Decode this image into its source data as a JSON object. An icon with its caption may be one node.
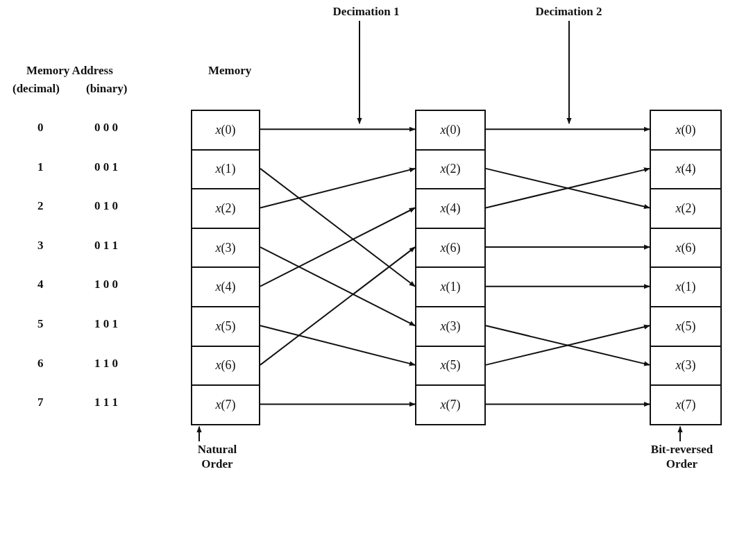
{
  "diagram": {
    "nodes": [
      {
        "text": [
          "Decimation 1"
        ]
      },
      {
        "text": [
          "Decimation 2"
        ]
      },
      {
        "text": [
          "*x*(0)"
        ]
      },
      {
        "text": [
          "*x*(1)"
        ]
      },
      {
        "text": [
          "*x*(2)"
        ]
      },
      {
        "text": [
          "*x*(3)"
        ]
      },
      {
        "text": [
          "*x*(4)"
        ]
      },
      {
        "text": [
          "*x*(5)"
        ]
      },
      {
        "text": [
          "*x*(6)"
        ]
      },
      {
        "text": [
          "*x*(7)"
        ]
      },
      {
        "text": [
          "*x*(0)"
        ]
      },
      {
        "text": [
          "*x*(2)"
        ]
      },
      {
        "text": [
          "*x*(4)"
        ]
      },
      {
        "text": [
          "*x*(6)"
        ]
      },
      {
        "text": [
          "*x*(1)"
        ]
      },
      {
        "text": [
          "*x*(3)"
        ]
      },
      {
        "text": [
          "*x*(5)"
        ]
      },
      {
        "text": [
          "*x*(7)"
        ]
      },
      {
        "text": [
          "*x*(0)"
        ]
      },
      {
        "text": [
          "*x*(4)"
        ]
      },
      {
        "text": [
          "*x*(2)"
        ]
      },
      {
        "text": [
          "*x*(6)"
        ]
      },
      {
        "text": [
          "*x*(1)"
        ]
      },
      {
        "text": [
          "*x*(5)"
        ]
      },
      {
        "text": [
          "*x*(3)"
        ]
      },
      {
        "text": [
          "*x*(7)"
        ]
      },
      {
        "text": [
          "Natural Order"
        ]
      },
      {
        "text": [
          "Bit-reversed Order"
        ]
      }
    ],
    "edges": [
      {
        "from": 0,
        "to": null,
        "arrow": "to"
      },
      {
        "from": 1,
        "to": null,
        "arrow": "to"
      },
      {
        "from": 2,
        "to": 10,
        "arrow": "to"
      },
      {
        "from": 3,
        "to": 14,
        "arrow": "to"
      },
      {
        "from": 4,
        "to": 11,
        "arrow": "to"
      },
      {
        "from": 5,
        "to": 15,
        "arrow": "to"
      },
      {
        "from": 6,
        "to": 12,
        "arrow": "to"
      },
      {
        "from": 7,
        "to": 16,
        "arrow": "to"
      },
      {
        "from": 8,
        "to": 13,
        "arrow": "to"
      },
      {
        "from": 9,
        "to": 17,
        "arrow": "to"
      },
      {
        "from": 10,
        "to": 18,
        "arrow": "to"
      },
      {
        "from": 11,
        "to": 20,
        "arrow": "to"
      },
      {
        "from": 12,
        "to": 19,
        "arrow": "to"
      },
      {
        "from": 13,
        "to": 21,
        "arrow": "to"
      },
      {
        "from": 14,
        "to": 22,
        "arrow": "to"
      },
      {
        "from": 15,
        "to": 24,
        "arrow": "to"
      },
      {
        "from": 16,
        "to": 23,
        "arrow": "to"
      },
      {
        "from": 17,
        "to": 25,
        "arrow": "to"
      },
      {
        "from": 26,
        "to": 9,
        "arrow": "to"
      },
      {
        "from": 27,
        "to": 25,
        "arrow": "to"
      }
    ],
    "labels": [
      "Memory Address",
      "Memory",
      "(decimal)",
      "(binary)",
      "0",
      "0 0 0",
      "1",
      "0 0 1",
      "2",
      "0 1 0",
      "3",
      "0 1 1",
      "4",
      "1 0 0",
      "5",
      "1 0 1",
      "6",
      "1 1 0",
      "7",
      "1 1 1"
    ]
  }
}
